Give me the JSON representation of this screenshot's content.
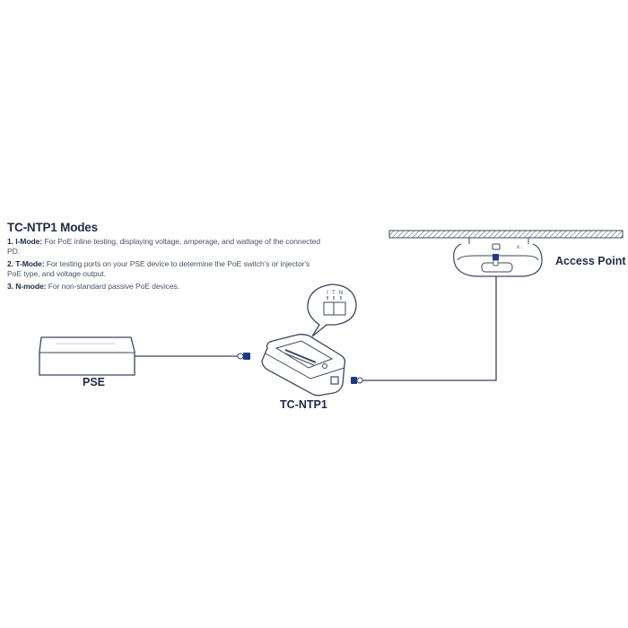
{
  "modes": {
    "title": "TC-NTP1 Modes",
    "items": [
      {
        "prefix": "1. I-Mode:",
        "text": " For PoE inline testing, displaying voltage, amperage, and wattage of the connected PD."
      },
      {
        "prefix": "2. T-Mode:",
        "text": " For testing ports on your PSE device to determine the PoE switch's or injector's PoE type, and voltage output."
      },
      {
        "prefix": "3. N-mode:",
        "text": " For non-standard passive PoE devices."
      }
    ]
  },
  "labels": {
    "pse": "PSE",
    "tester": "TC-NTP1",
    "access_point": "Access Point"
  },
  "switch_positions": [
    "I",
    "T",
    "N"
  ],
  "colors": {
    "line": "#3a4560",
    "text": "#1f2a44",
    "connector_blue": "#1d3a8a"
  }
}
